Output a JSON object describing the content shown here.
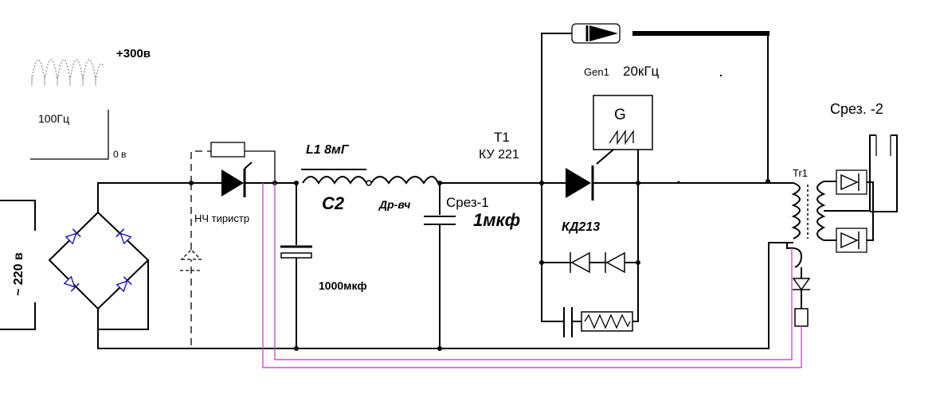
{
  "labels": {
    "plus300v": "+300в",
    "freq100": "100Гц",
    "zero_v": "0 в",
    "mains": "~ 220 в",
    "nch_thyristor": "НЧ тиристр",
    "l1": "L1 8мГ",
    "c2": "C2",
    "dr_vch": "Др-вч",
    "srez1": "Срез-1",
    "mkf1": "1мкф",
    "mkf1000": "1000мкф",
    "t1": "T1",
    "ku221": "КУ 221",
    "gen1": "Gen1",
    "khz20": "20кГц",
    "g": "G",
    "kd213": "КД213",
    "srez2": "Срез. -2",
    "tr1": "Tr1"
  },
  "colors": {
    "wire": "#000000",
    "bridge_diodes": "#1a1aa8",
    "control_wire": "#d14dd1"
  }
}
